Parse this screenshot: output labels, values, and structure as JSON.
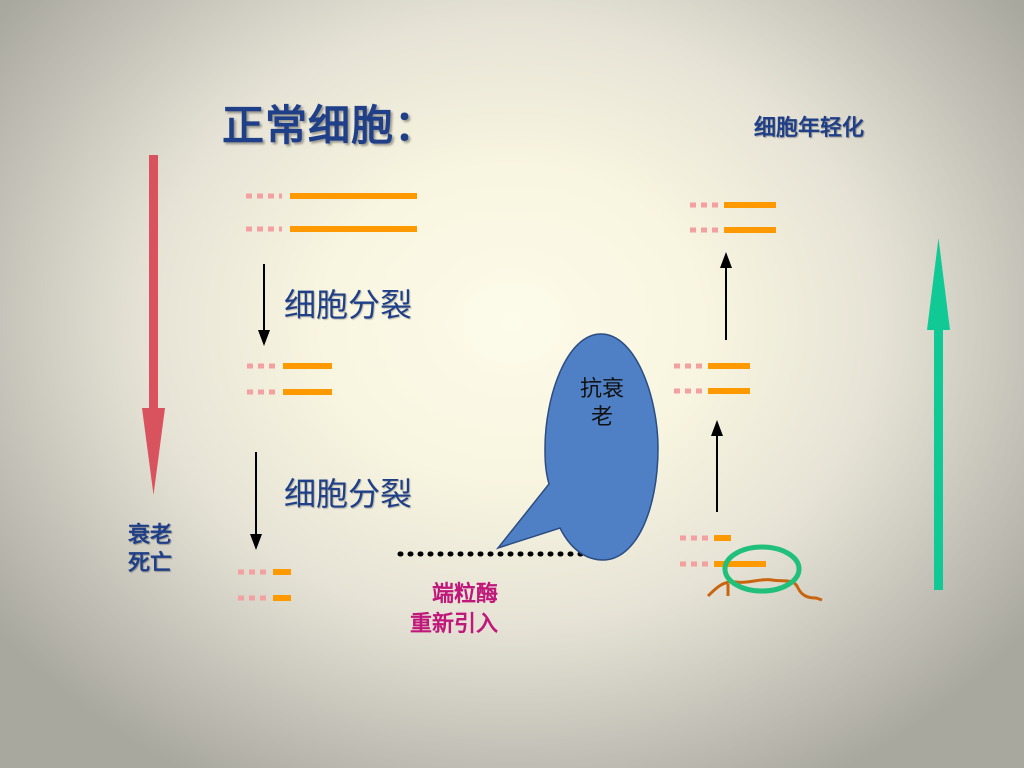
{
  "title": "正常细胞：",
  "rejuvenation_label": "细胞年轻化",
  "division_label_1": "细胞分裂",
  "division_label_2": "细胞分裂",
  "death_label_1": "衰老",
  "death_label_2": "死亡",
  "balloon_text": "抗衰老",
  "enzyme_label_1": "端粒酶",
  "enzyme_label_2": "重新引入",
  "colors": {
    "title": "#1f3f88",
    "telomere": "#ff9900",
    "chromosome_dots": "#f4a0a0",
    "aging_arrow": "#d9535f",
    "rejuvenation_arrow": "#10c994",
    "balloon": "#4f7fc4",
    "telomerase_ring": "#21c07a",
    "enzyme_strand": "#c8650e",
    "enzyme_text": "#c0177a"
  }
}
